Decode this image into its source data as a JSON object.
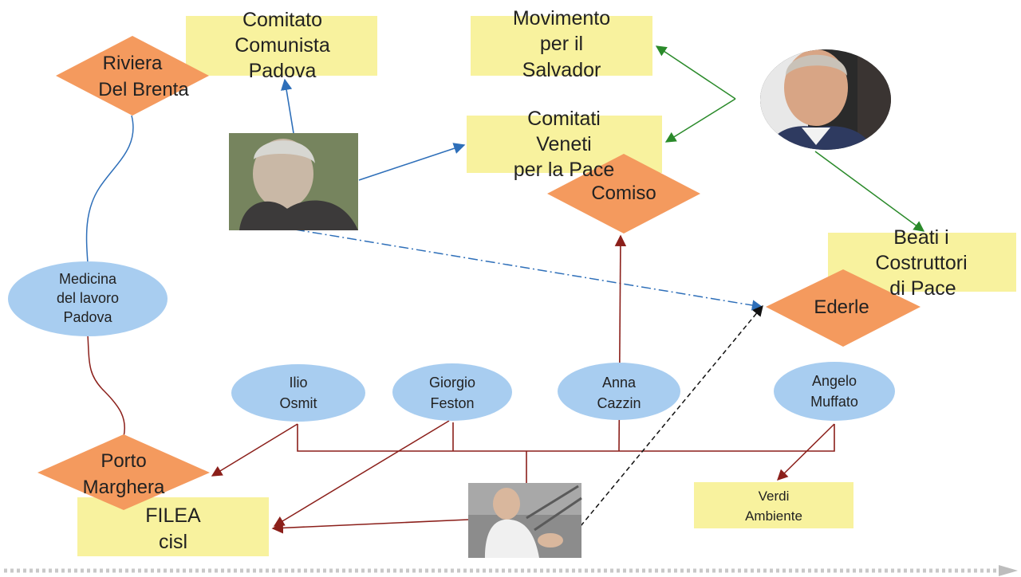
{
  "colors": {
    "box_fill": "#f8f29e",
    "diamond_fill": "#f49a5e",
    "ellipse_fill": "#a8cdf0",
    "blue_edge": "#2e6fb9",
    "green_edge": "#2a8a2a",
    "red_edge": "#8b1f1a",
    "black_edge": "#111111",
    "dashdot_edge": "#2e6fb9"
  },
  "boxes": {
    "comitato_comunista": {
      "lines": [
        "Comitato",
        "Comunista",
        "Padova"
      ]
    },
    "movimento_salvador": {
      "lines": [
        "Movimento",
        "per il",
        "Salvador"
      ]
    },
    "comitati_veneti": {
      "lines": [
        "Comitati",
        "Veneti",
        "per la Pace"
      ]
    },
    "beati_costruttori": {
      "lines": [
        "Beati i",
        "Costruttori",
        "di Pace"
      ]
    },
    "filea_cisl": {
      "lines": [
        "FILEA",
        "cisl"
      ]
    },
    "verdi_ambiente": {
      "lines": [
        "Verdi",
        "Ambiente"
      ]
    }
  },
  "diamonds": {
    "riviera_brenta": {
      "lines": [
        "Riviera",
        "Del Brenta"
      ]
    },
    "comiso": {
      "lines": [
        "Comiso"
      ]
    },
    "ederle": {
      "lines": [
        "Ederle"
      ]
    },
    "porto_marghera": {
      "lines": [
        "Porto",
        "Marghera"
      ]
    }
  },
  "ellipses": {
    "medicina_lavoro": {
      "lines": [
        "Medicina",
        "del lavoro",
        "Padova"
      ]
    },
    "ilio_osmit": {
      "lines": [
        "Ilio",
        "Osmit"
      ]
    },
    "giorgio_feston": {
      "lines": [
        "Giorgio",
        "Feston"
      ]
    },
    "anna_cazzin": {
      "lines": [
        "Anna",
        "Cazzin"
      ]
    },
    "angelo_muffato": {
      "lines": [
        "Angelo",
        "Muffato"
      ]
    }
  },
  "photos": {
    "photo_man_left": {
      "description": "portrait-photo"
    },
    "photo_man_right": {
      "description": "portrait-photo"
    },
    "photo_man_bottom": {
      "description": "portrait-photo"
    }
  }
}
